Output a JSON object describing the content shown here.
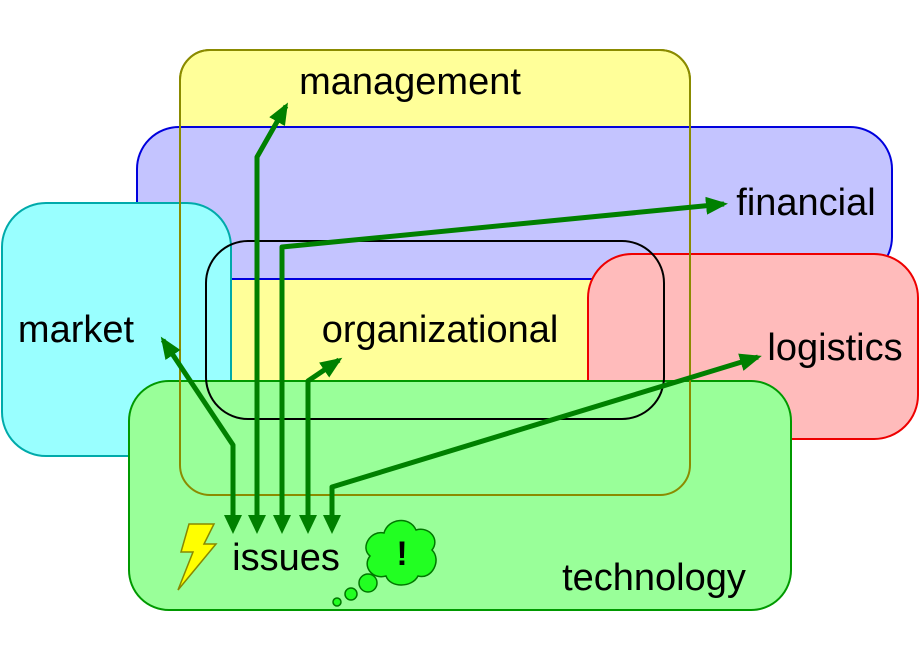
{
  "diagram": {
    "regions": {
      "management": {
        "label": "management",
        "fill": "#ffff99",
        "stroke": "#8b8b00"
      },
      "financial": {
        "label": "financial",
        "fill": "#c4c4ff",
        "stroke": "#0000dd"
      },
      "market": {
        "label": "market",
        "fill": "#99ffff",
        "stroke": "#00aaaa"
      },
      "organizational": {
        "label": "organizational",
        "stroke": "#000000"
      },
      "logistics": {
        "label": "logistics",
        "fill": "#ffbbbb",
        "stroke": "#ee0000"
      },
      "technology": {
        "label": "technology",
        "fill": "#99ff99",
        "stroke": "#009900"
      }
    },
    "center": {
      "label": "issues"
    },
    "thought_bubble": {
      "label": "!",
      "fill": "#22ff22",
      "stroke": "#007700"
    },
    "lightning": {
      "fill": "#ffff00",
      "stroke": "#888800"
    },
    "arrow_color": "#008000"
  }
}
